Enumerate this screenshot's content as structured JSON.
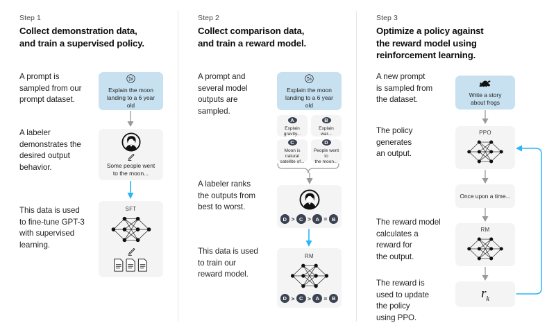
{
  "diagram": {
    "title": "Reinforcement Learning from Human Feedback (RLHF) three-step training pipeline",
    "accent_blue": "#29b6f6",
    "prompt_box_bg": "#c7e1f0",
    "card_bg": "#f4f4f4",
    "badge_bg": "#3b4252"
  },
  "step1": {
    "label": "Step 1",
    "title_line1": "Collect demonstration data,",
    "title_line2": "and train a supervised policy.",
    "para1": "A prompt is\nsampled from our\nprompt dataset.",
    "para2": "A labeler\ndemonstrates the\ndesired output\nbehavior.",
    "para3": "This data is used\nto fine-tune GPT-3\nwith supervised\nlearning.",
    "prompt_box": {
      "icon": "moon-icon",
      "text": "Explain the moon\nlanding to a 6 year old"
    },
    "labeler_box": {
      "icon": "labeler-avatar-icon",
      "pencil": "pencil-icon",
      "text": "Some people went\nto the moon..."
    },
    "sft_box": {
      "caption": "SFT",
      "icon": "neural-network-icon",
      "pencil": "pencil-icon",
      "docs": "documents-icon"
    }
  },
  "step2": {
    "label": "Step 2",
    "title_line1": "Collect comparison data,",
    "title_line2": "and train a reward model.",
    "para1": "A prompt and\nseveral model\noutputs are\nsampled.",
    "para2": "A labeler ranks\nthe outputs from\nbest to worst.",
    "para3": "This data is used\nto train our\nreward model.",
    "prompt_box": {
      "icon": "moon-icon",
      "text": "Explain the moon\nlanding to a 6 year old"
    },
    "options": [
      {
        "badge": "A",
        "text": "Explain gravity..."
      },
      {
        "badge": "B",
        "text": "Explain war..."
      },
      {
        "badge": "C",
        "text": "Moon is natural\nsatellite of..."
      },
      {
        "badge": "D",
        "text": "People went to\nthe moon..."
      }
    ],
    "ranking_box": {
      "icon": "labeler-avatar-icon",
      "ranking": [
        {
          "type": "badge",
          "value": "D"
        },
        {
          "type": "op",
          "value": ">"
        },
        {
          "type": "badge",
          "value": "C"
        },
        {
          "type": "op",
          "value": ">"
        },
        {
          "type": "badge",
          "value": "A"
        },
        {
          "type": "op",
          "value": "="
        },
        {
          "type": "badge",
          "value": "B"
        }
      ]
    },
    "rm_box": {
      "caption": "RM",
      "icon": "neural-network-icon",
      "ranking": [
        {
          "type": "badge",
          "value": "D"
        },
        {
          "type": "op",
          "value": ">"
        },
        {
          "type": "badge",
          "value": "C"
        },
        {
          "type": "op",
          "value": ">"
        },
        {
          "type": "badge",
          "value": "A"
        },
        {
          "type": "op",
          "value": "="
        },
        {
          "type": "badge",
          "value": "B"
        }
      ]
    }
  },
  "step3": {
    "label": "Step 3",
    "title_line1": "Optimize a policy against",
    "title_line2": "the reward model using",
    "title_line3": "reinforcement learning.",
    "para1": "A new prompt\nis sampled from\nthe dataset.",
    "para2": "The policy\ngenerates\nan output.",
    "para3": "The reward model\ncalculates a\nreward for\nthe output.",
    "para4": "The reward is\nused to update\nthe policy\nusing PPO.",
    "prompt_box": {
      "icon": "frog-icon",
      "text": "Write a story\nabout frogs"
    },
    "ppo_box": {
      "caption": "PPO",
      "icon": "neural-network-icon"
    },
    "output_box": {
      "text": "Once upon a time..."
    },
    "rm_box": {
      "caption": "RM",
      "icon": "neural-network-icon"
    },
    "reward_box": {
      "symbol": "r",
      "subscript": "k"
    }
  }
}
